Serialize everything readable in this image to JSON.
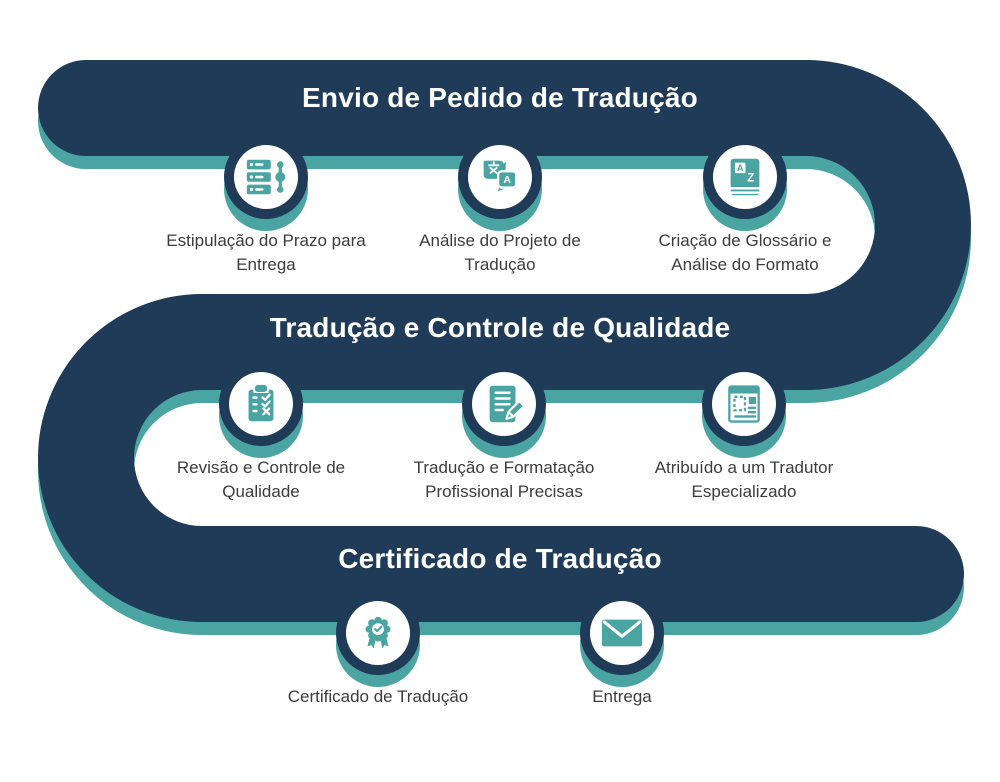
{
  "colors": {
    "path_navy": "#1F3B58",
    "accent_teal": "#4AA5A2",
    "background": "#FFFFFF",
    "title_text": "#FFFFFF",
    "label_text": "#3C3C3C"
  },
  "diagram": {
    "rows": [
      {
        "title": "Envio de Pedido de Tradução",
        "steps": [
          {
            "label": "Estipulação do Prazo para Entrega",
            "icon": "tasks-timeline-icon"
          },
          {
            "label": "Análise do Projeto de Tradução",
            "icon": "translate-bubbles-icon"
          },
          {
            "label": "Criação de Glossário e Análise do Formato",
            "icon": "dictionary-book-icon"
          }
        ]
      },
      {
        "title": "Tradução e Controle de Qualidade",
        "steps": [
          {
            "label": "Revisão e Controle de Qualidade",
            "icon": "checklist-clipboard-icon"
          },
          {
            "label": "Tradução e Formatação Profissional Precisas",
            "icon": "edit-document-icon"
          },
          {
            "label": "Atribuído a um Tradutor Especializado",
            "icon": "assignment-form-icon"
          }
        ]
      },
      {
        "title": "Certificado de Tradução",
        "steps": [
          {
            "label": "Certificado de Tradução",
            "icon": "award-badge-icon"
          },
          {
            "label": "Entrega",
            "icon": "envelope-icon"
          }
        ]
      }
    ]
  }
}
